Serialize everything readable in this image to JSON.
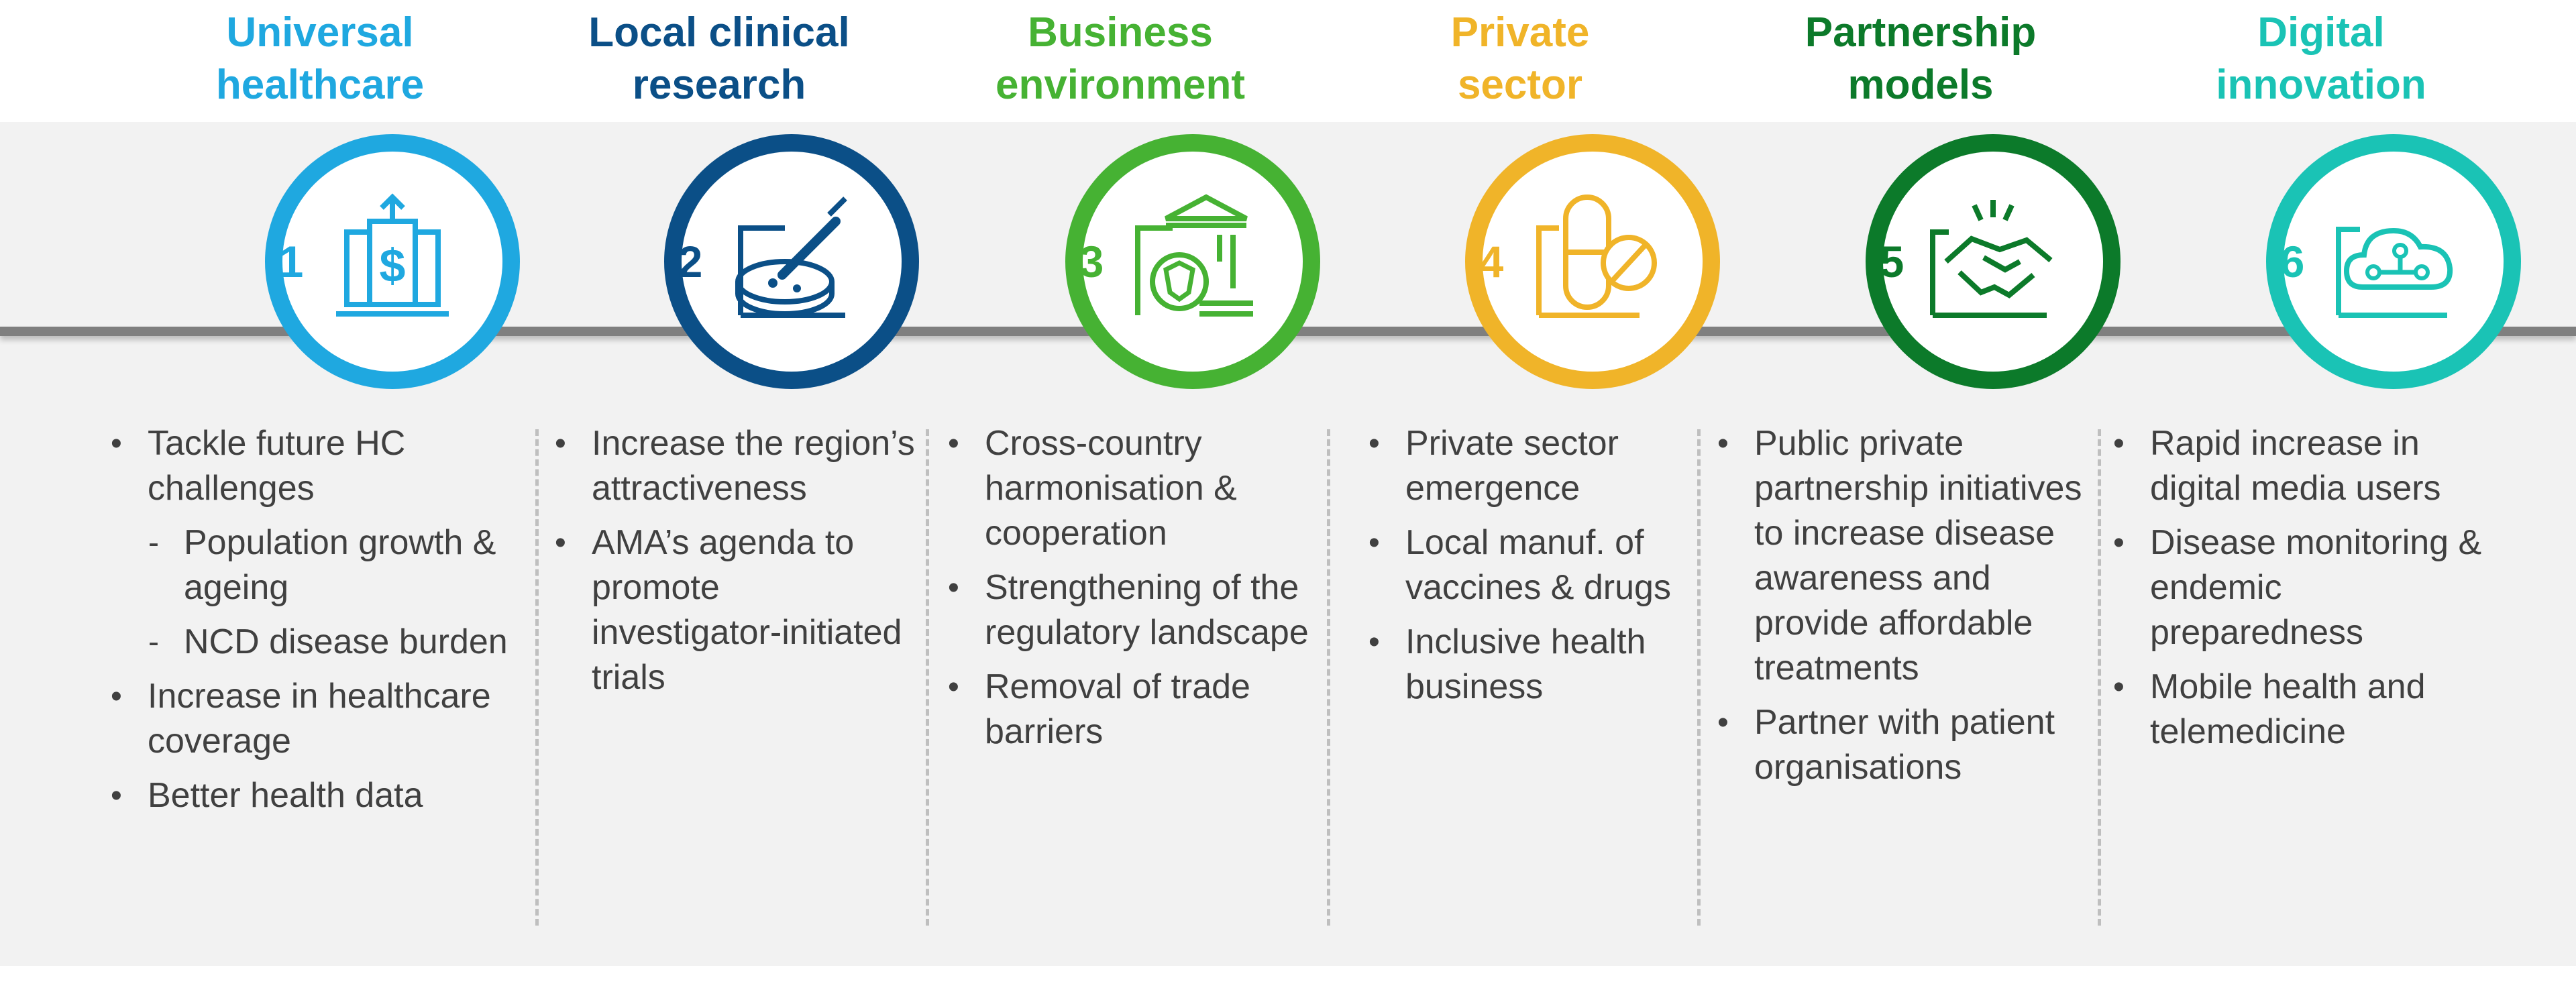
{
  "columns": [
    {
      "number": "1",
      "color": "#1fa8e0",
      "title": [
        "Universal",
        "healthcare"
      ],
      "icon": "building-dollar-icon",
      "bullets": [
        {
          "text": "Tackle future HC challenges"
        },
        {
          "text": "Population growth & ageing",
          "sub": true
        },
        {
          "text": "NCD disease burden",
          "sub": true
        },
        {
          "text": "Increase in healthcare coverage"
        },
        {
          "text": "Better health data"
        }
      ]
    },
    {
      "number": "2",
      "color": "#0b4f87",
      "title": [
        "Local clinical",
        "research"
      ],
      "icon": "petri-dish-dropper-icon",
      "bullets": [
        {
          "text": "Increase the region’s attractiveness"
        },
        {
          "text": "AMA’s agenda to promote investigator-initiated trials"
        }
      ]
    },
    {
      "number": "3",
      "color": "#46b233",
      "title": [
        "Business",
        "environment"
      ],
      "icon": "government-building-seal-icon",
      "bullets": [
        {
          "text": "Cross-country harmonisation & cooperation"
        },
        {
          "text": "Strengthening of the regulatory landscape"
        },
        {
          "text": "Removal of trade barriers"
        }
      ]
    },
    {
      "number": "4",
      "color": "#f0b429",
      "title": [
        "Private",
        "sector"
      ],
      "icon": "capsule-pill-icon",
      "bullets": [
        {
          "text": "Private sector emergence"
        },
        {
          "text": "Local manuf. of vaccines & drugs"
        },
        {
          "text": "Inclusive health business"
        }
      ]
    },
    {
      "number": "5",
      "color": "#0c7a2a",
      "title": [
        "Partnership",
        "models"
      ],
      "icon": "handshake-icon",
      "bullets": [
        {
          "text": "Public private partnership initiatives to increase disease awareness and provide affordable treatments"
        },
        {
          "text": "Partner with patient organisations"
        }
      ]
    },
    {
      "number": "6",
      "color": "#1ac3b5",
      "title": [
        "Digital",
        "innovation"
      ],
      "icon": "cloud-circuit-icon",
      "bullets": [
        {
          "text": "Rapid increase in digital media users"
        },
        {
          "text": "Disease monitoring & endemic preparedness"
        },
        {
          "text": "Mobile health  and telemedicine"
        }
      ]
    }
  ]
}
